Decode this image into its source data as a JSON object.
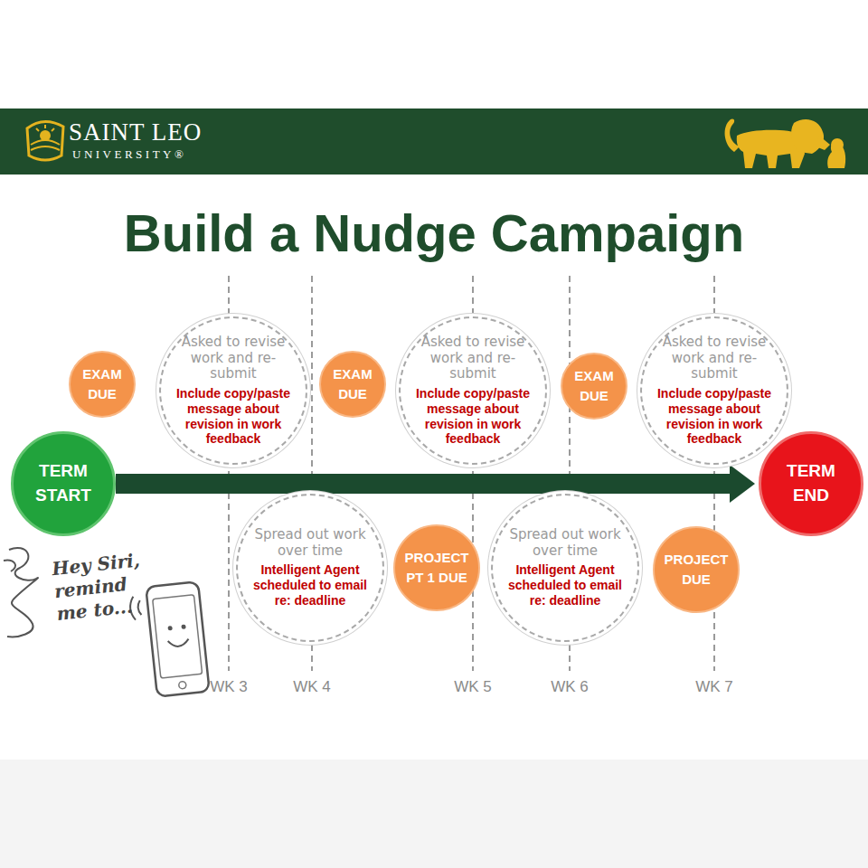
{
  "diagram": {
    "title": "Build a Nudge Campaign",
    "nodes": [
      {
        "text": [
          "TERM START"
        ]
      },
      {
        "text": [
          "EXAM DUE"
        ]
      },
      {
        "text": [
          "Asked to revise work and re-submit",
          "Include copy/paste message about revision in work feedback"
        ]
      },
      {
        "text": [
          "EXAM DUE"
        ]
      },
      {
        "text": [
          "Asked to revise work and re-submit",
          "Include copy/paste message about revision in work feedback"
        ]
      },
      {
        "text": [
          "EXAM DUE"
        ]
      },
      {
        "text": [
          "Asked to revise work and re-submit",
          "Include copy/paste message about revision in work feedback"
        ]
      },
      {
        "text": [
          "Spread out work over time",
          "Intelligent Agent scheduled to email re: deadline"
        ]
      },
      {
        "text": [
          "PROJECT PT 1 DUE"
        ]
      },
      {
        "text": [
          "Spread out work over time",
          "Intelligent Agent scheduled to email re: deadline"
        ]
      },
      {
        "text": [
          "PROJECT DUE"
        ]
      },
      {
        "text": [
          "TERM END"
        ]
      }
    ],
    "edges": [
      {
        "from": 0,
        "to": 11,
        "arrow": "to"
      }
    ],
    "labels": [
      "SAINT LEO",
      "UNIVERSITY®",
      "Hey Siri, remind me to...",
      "WK 3",
      "WK 4",
      "WK 5",
      "WK 6",
      "WK 7"
    ]
  }
}
